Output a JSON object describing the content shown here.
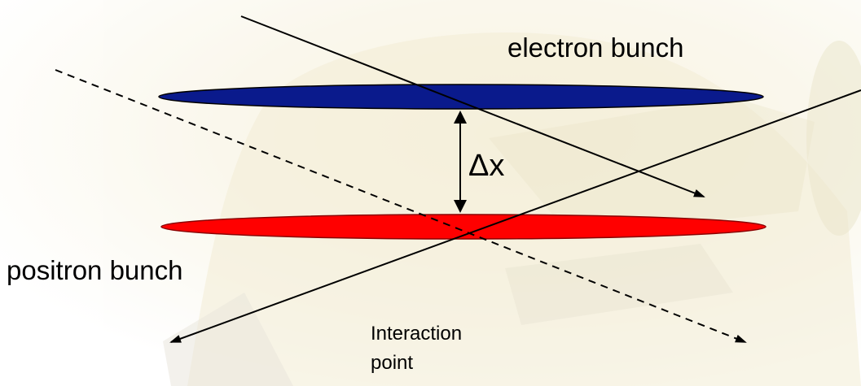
{
  "labels": {
    "electron_bunch": "electron bunch",
    "positron_bunch": "positron bunch",
    "separation": "Δx",
    "interaction_point_line1": "Interaction",
    "interaction_point_line2": "point"
  },
  "colors": {
    "electron_bunch_fill": "#0a1a8c",
    "positron_bunch_fill": "#ff0000",
    "line": "#000000",
    "background_tint": "#e8dcae"
  }
}
